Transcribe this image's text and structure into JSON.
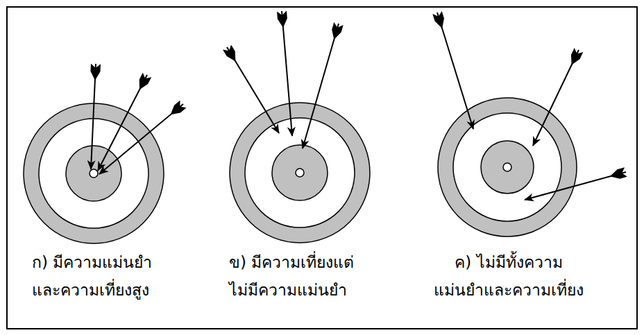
{
  "diagram": {
    "labels": [
      "ก) มีความแม่นยำ และความเที่ยงสูง",
      "ข) มีความเที่ยงแต่ ไม่มีความแม่นยำ",
      "ค) ไม่มีทั้งความ แม่นยำและความเที่ยง"
    ]
  }
}
